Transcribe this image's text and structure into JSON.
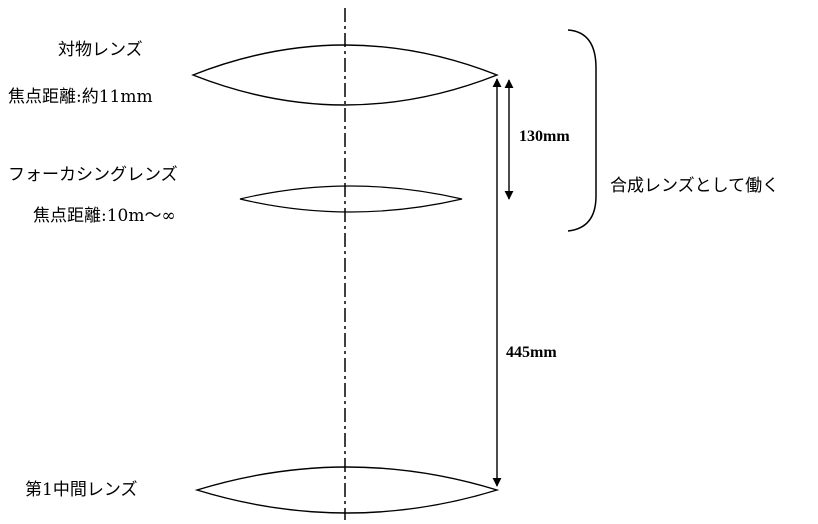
{
  "colors": {
    "ink": "#000000",
    "background": "#ffffff"
  },
  "lenses": {
    "objective": {
      "name": "対物レンズ",
      "focal": "焦点距離:約11mm"
    },
    "focusing": {
      "name": "フォーカシングレンズ",
      "focal": "焦点距離:10m～∞"
    },
    "intermediate": {
      "name": "第1中間レンズ"
    }
  },
  "dimensions": {
    "short": "130mm",
    "long": "445mm"
  },
  "brace": {
    "label": "合成レンズとして働く"
  }
}
